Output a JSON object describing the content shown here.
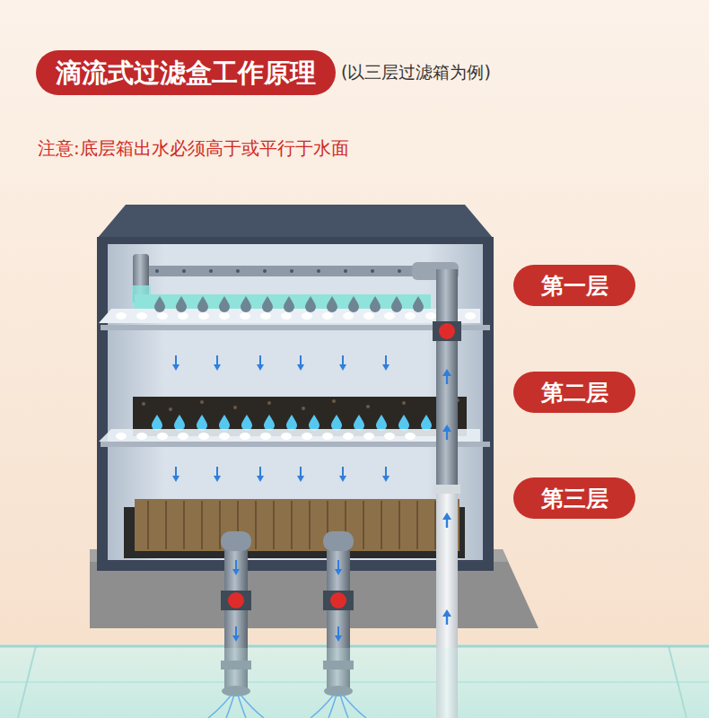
{
  "diagram": {
    "title": "滴流式过滤盒工作原理",
    "nodes": [
      {
        "text": [
          "第一层"
        ]
      },
      {
        "text": [
          "第二层"
        ]
      },
      {
        "text": [
          "第三层"
        ]
      }
    ],
    "labels": [
      "(以三层过滤箱为例)",
      "注意:底层箱出水必须高于或平行于水面"
    ]
  }
}
